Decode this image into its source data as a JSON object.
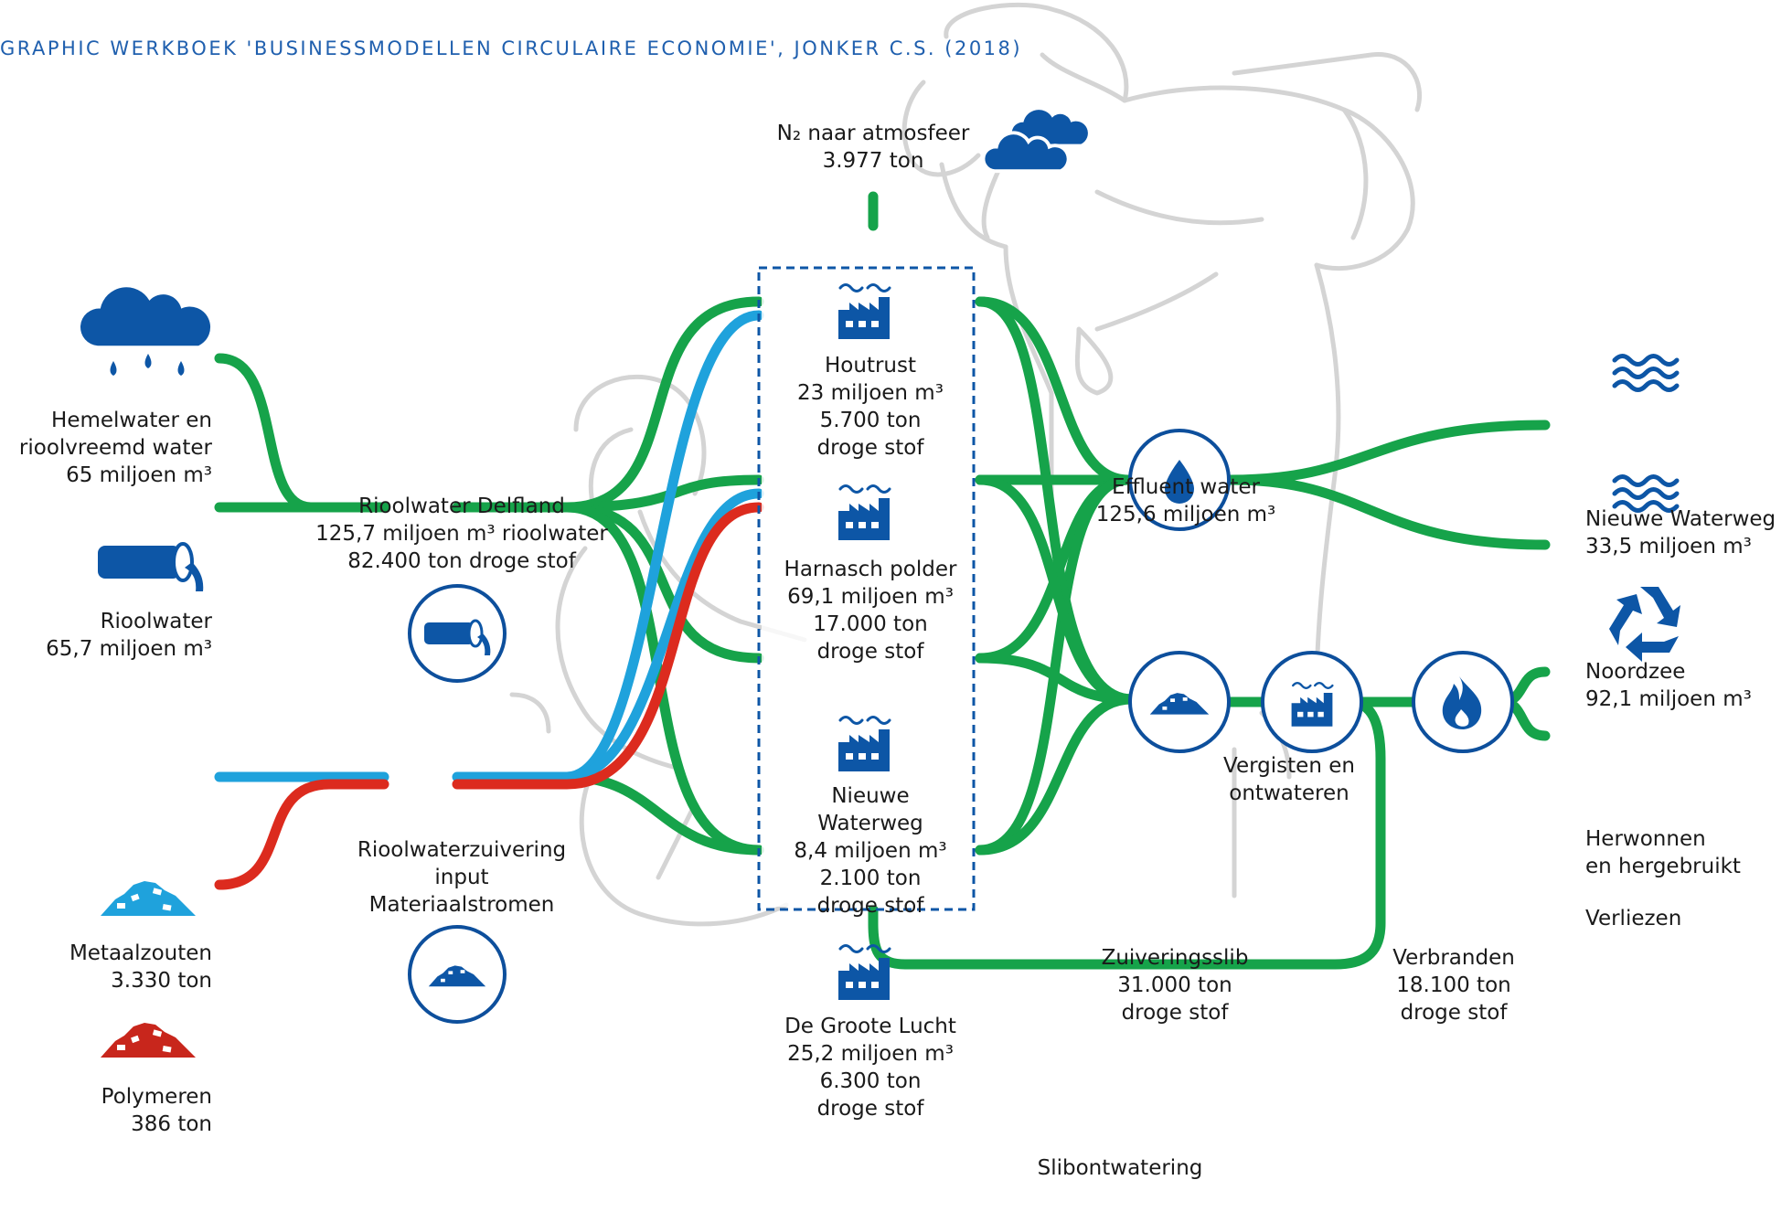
{
  "credit": "GRAPHIC WERKBOEK 'BUSINESSMODELLEN CIRCULAIRE ECONOMIE', JONKER C.S. (2018)",
  "inputs": {
    "hemelwater": [
      "Hemelwater en",
      "rioolvreemd water",
      "65 miljoen m³"
    ],
    "rioolwater": [
      "Rioolwater",
      "65,7 miljoen m³"
    ],
    "metaalzouten": [
      "Metaalzouten",
      "3.330 ton"
    ],
    "polymeren": [
      "Polymeren",
      "386 ton"
    ]
  },
  "hubs": {
    "delfland": [
      "Rioolwater Delfland",
      "125,7 miljoen m³ rioolwater",
      "82.400 ton droge stof"
    ],
    "zuivering": [
      "Rioolwaterzuivering",
      "input",
      "Materiaalstromen"
    ]
  },
  "n2": [
    "N₂ naar atmosfeer",
    "3.977 ton"
  ],
  "plants": [
    [
      "Houtrust",
      "23 miljoen m³",
      "5.700 ton",
      "droge stof"
    ],
    [
      "Harnasch polder",
      "69,1 miljoen m³",
      "17.000 ton",
      "droge stof"
    ],
    [
      "Nieuwe",
      "Waterweg",
      "8,4 miljoen m³",
      "2.100 ton",
      "droge stof"
    ],
    [
      "De Groote Lucht",
      "25,2 miljoen m³",
      "6.300 ton",
      "droge stof"
    ]
  ],
  "effluent": [
    "Effluent water",
    "125,6 miljoen m³"
  ],
  "outputs": {
    "nieuwe_waterweg": [
      "Nieuwe Waterweg",
      "33,5 miljoen m³"
    ],
    "noordzee": [
      "Noordzee",
      "92,1 miljoen m³"
    ],
    "herwonnen": [
      "Herwonnen",
      "en hergebruikt"
    ],
    "verliezen": "Verliezen"
  },
  "vergisten": [
    "Vergisten en",
    "ontwateren"
  ],
  "slib": [
    "Zuiveringsslib",
    "31.000 ton",
    "droge stof"
  ],
  "verbranden": [
    "Verbranden",
    "18.100 ton",
    "droge stof"
  ],
  "slibontwatering": "Slibontwatering",
  "colors": {
    "water_flow": "#16a34a",
    "metal_flow": "#1fa2dc",
    "polymer_flow": "#dc2b1e",
    "icon_blue": "#0d56a6",
    "background_figure": "#d4d4d4"
  },
  "icons": [
    "rain-cloud-icon",
    "pipe-icon",
    "salt-pile-icon",
    "polymer-pile-icon",
    "cloud-icon",
    "factory-icon",
    "water-drop-icon",
    "waves-icon",
    "recycle-icon",
    "sludge-pile-icon",
    "fire-icon"
  ]
}
